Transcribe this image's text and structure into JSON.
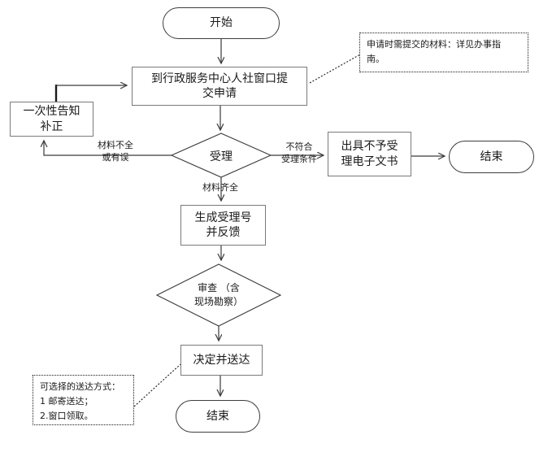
{
  "colors": {
    "background": "#ffffff",
    "line": "#3a3a3a",
    "process_border": "#7a7a7a",
    "terminator_border": "#3d3d3d",
    "text": "#1a1a1a"
  },
  "nodes": {
    "start": {
      "type": "terminator",
      "label": "开始"
    },
    "submit": {
      "type": "process",
      "label": "到行政服务中心人社窗口提\n交申请"
    },
    "correction": {
      "type": "process",
      "label": "一次性告知\n补正"
    },
    "accept": {
      "type": "decision",
      "label": "受理"
    },
    "reject_doc": {
      "type": "process",
      "label": "出具不予受\n理电子文书"
    },
    "end_right": {
      "type": "terminator",
      "label": "结束"
    },
    "receipt": {
      "type": "process",
      "label": "生成受理号\n并反馈"
    },
    "review": {
      "type": "decision",
      "label": "审查 （含\n现场勘察）"
    },
    "decide": {
      "type": "process",
      "label": "决定并送达"
    },
    "end_bottom": {
      "type": "terminator",
      "label": "结束"
    }
  },
  "edges": {
    "incomplete": "材料不全\n或有误",
    "not_qualified": "不符合\n受理条件",
    "complete": "材料齐全"
  },
  "notes": {
    "materials": "申请时需提交的材料：详见办事指\n南。",
    "delivery": "可选择的送达方式：\n1 邮寄送达；\n2.窗口领取。"
  }
}
